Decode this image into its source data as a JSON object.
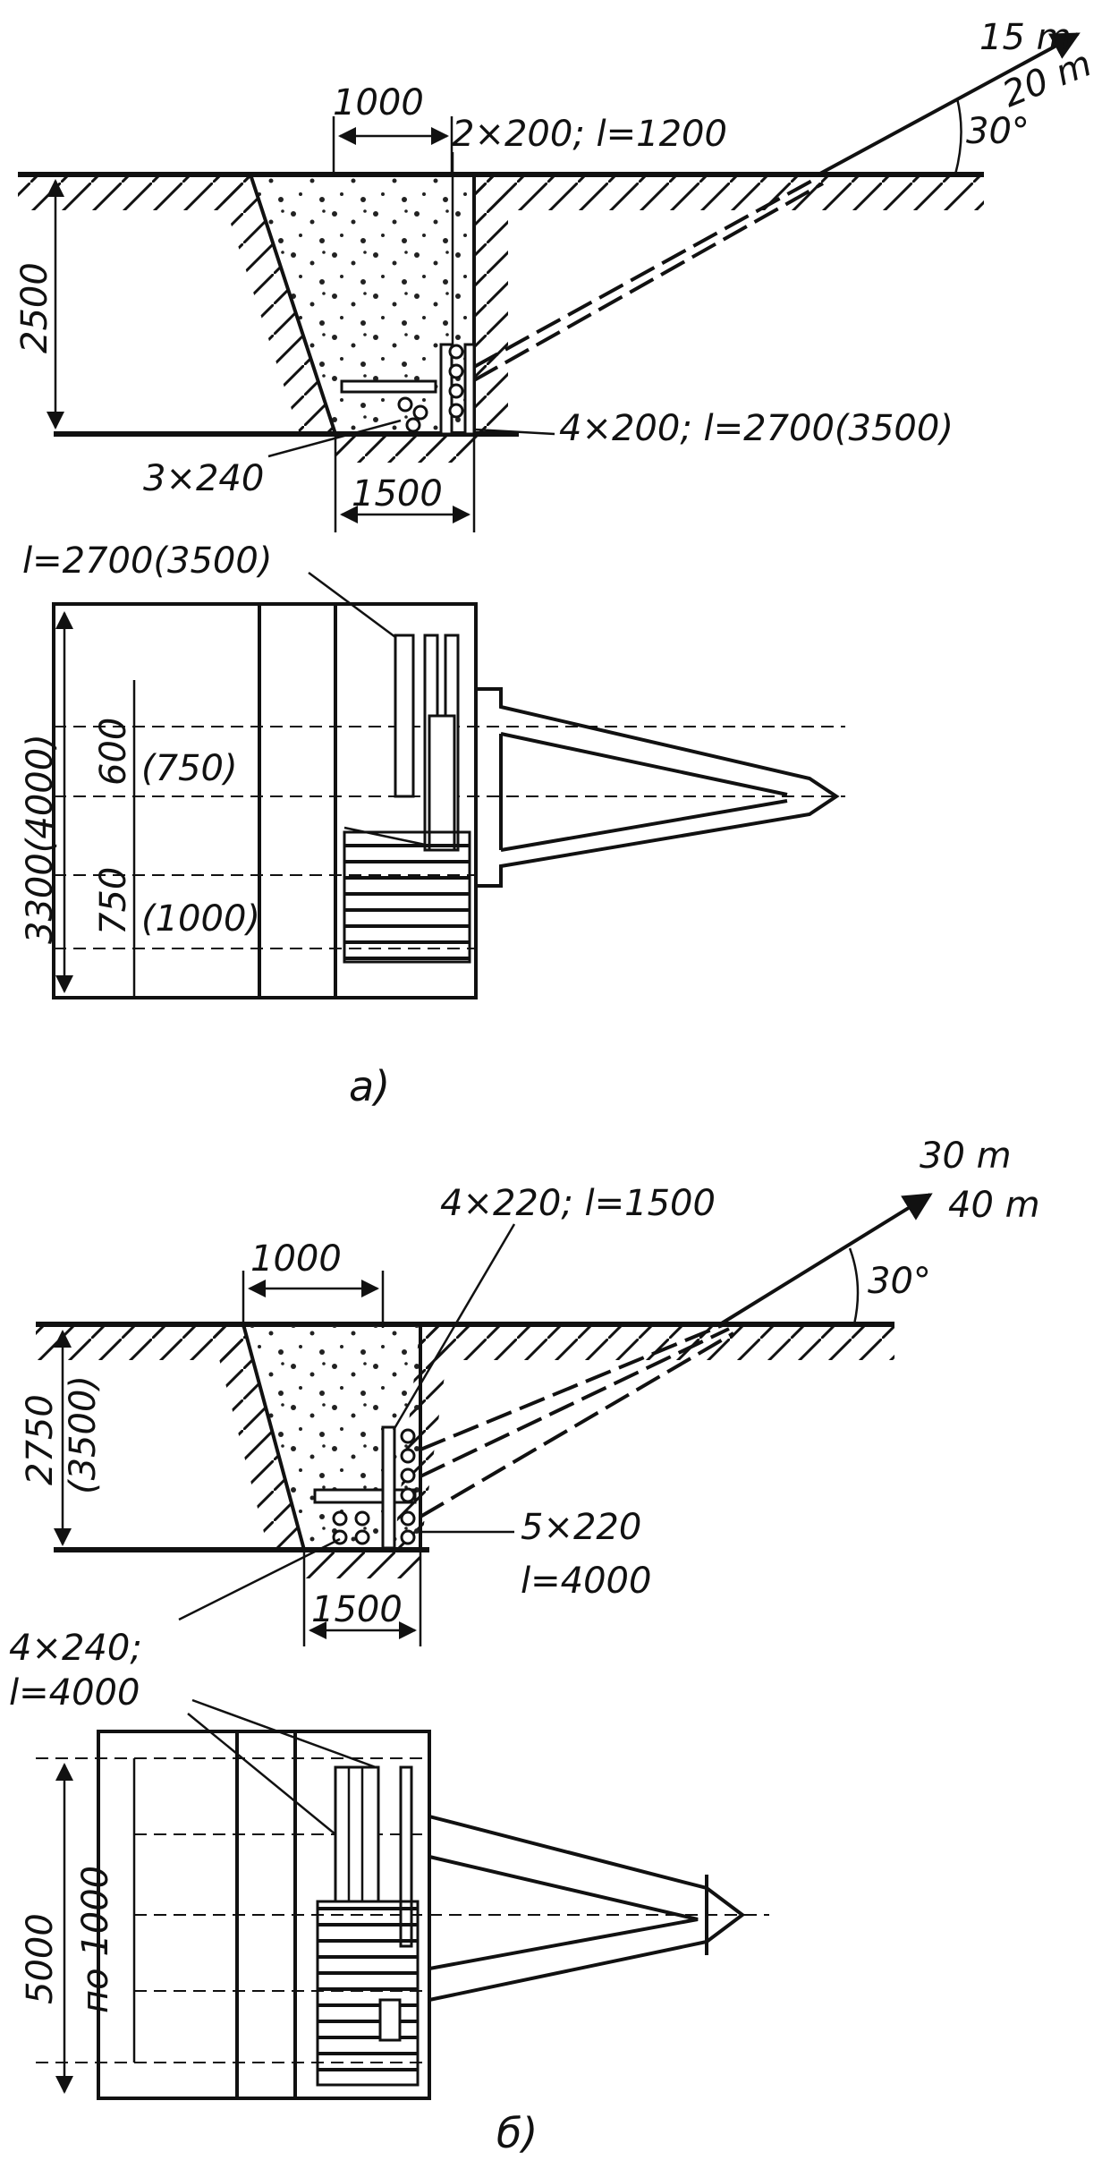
{
  "figure_a": {
    "caption": "а)",
    "section": {
      "top_width": "1000",
      "rods_top": "2×200; l=1200",
      "depth": "2500",
      "rods_bottom": "4×200; l=2700(3500)",
      "rods_base": "3×240",
      "bottom_width": "1500",
      "cable_length_1": "15 m",
      "cable_length_2": "20 m",
      "cable_angle": "30°"
    },
    "plan": {
      "rod_length": "l=2700(3500)",
      "width": "3300(4000)",
      "spacing_1": "600",
      "spacing_1_alt": "(750)",
      "spacing_2": "750",
      "spacing_2_alt": "(1000)"
    }
  },
  "figure_b": {
    "caption": "б)",
    "section": {
      "top_width": "1000",
      "rods_top": "4×220; l=1500",
      "depth": "2750",
      "depth_alt": "(3500)",
      "rods_bottom_1": "5×220",
      "rods_bottom_2": "l=4000",
      "bottom_width": "1500",
      "cable_length_1": "30 m",
      "cable_length_2": "40 m",
      "cable_angle": "30°"
    },
    "plan": {
      "rods_base_1": "4×240;",
      "rods_base_2": "l=4000",
      "width": "5000",
      "spacing": "по 1000"
    }
  }
}
